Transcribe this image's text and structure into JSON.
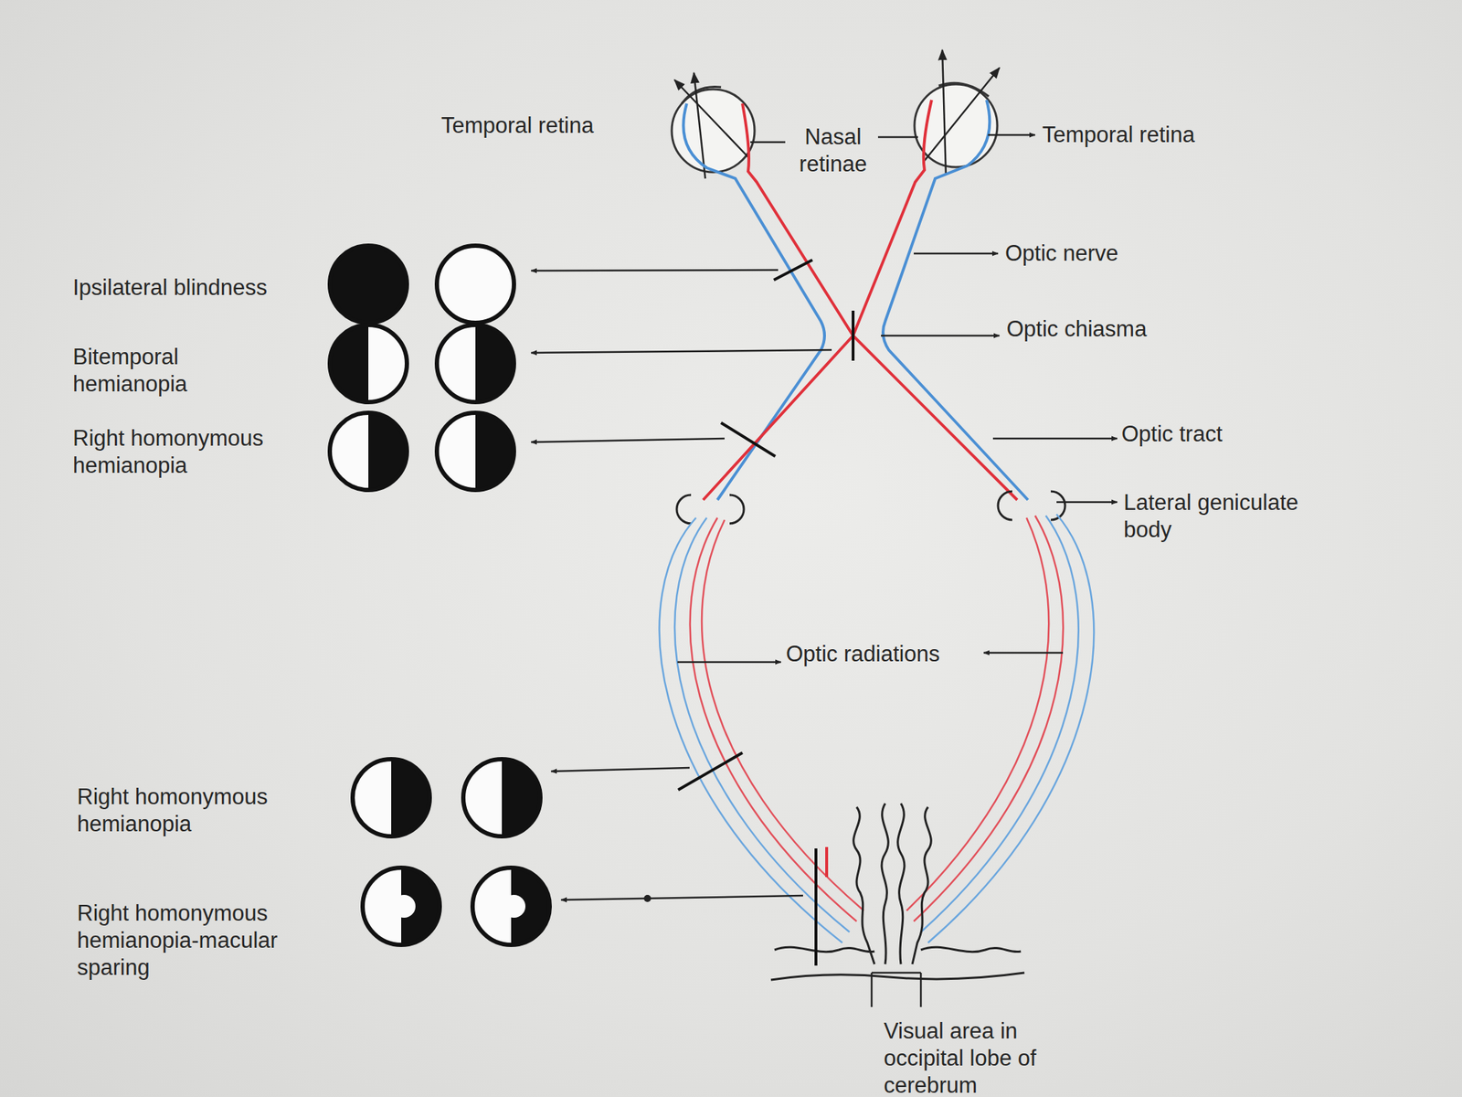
{
  "diagram": {
    "labels": [
      "Temporal retina",
      "Nasal retinae",
      "Temporal retina",
      "Optic nerve",
      "Ipsilateral blindness",
      "Optic chiasma",
      "Bitemporal hemianopia",
      "Right homonymous hemianopia",
      "Optic tract",
      "Lateral geniculate body",
      "Optic radiations",
      "Right homonymous hemianopia",
      "Right homonymous hemianopia-macular sparing",
      "Visual area in occipital lobe of cerebrum"
    ]
  }
}
